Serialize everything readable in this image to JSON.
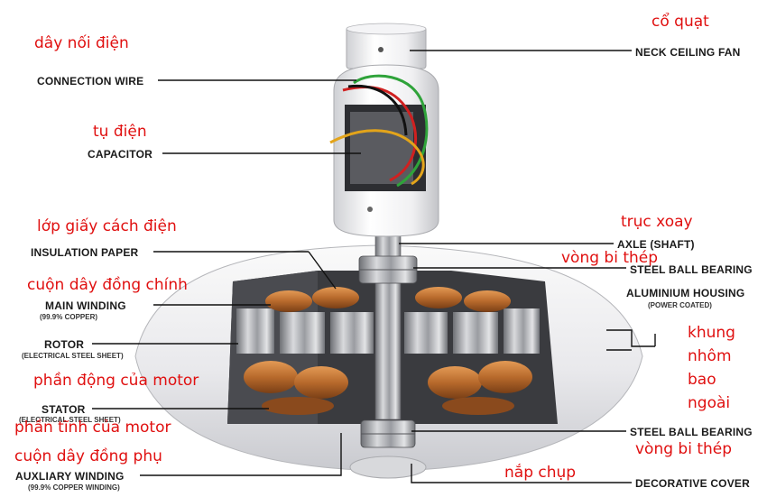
{
  "colors": {
    "leader": "#111111",
    "vietnamese": "#e01010",
    "english": "#1a1a1a"
  },
  "labels": {
    "neck": {
      "en": "NECK CEILING FAN",
      "vn": "cổ quạt"
    },
    "connection": {
      "en": "CONNECTION WIRE",
      "vn": "dây nối điện"
    },
    "capacitor": {
      "en": "CAPACITOR",
      "vn": "tụ điện"
    },
    "insulation": {
      "en": "INSULATION PAPER",
      "vn": "lớp giấy cách điện"
    },
    "axle": {
      "en": "AXLE (SHAFT)",
      "vn": "trục xoay"
    },
    "bearing_top": {
      "en": "STEEL BALL BEARING",
      "vn": "vòng bi thép"
    },
    "housing": {
      "en": "ALUMINIUM HOUSING",
      "sub": "(POWER COATED)",
      "vn": "khung\nnhôm\nbao\nngoài"
    },
    "main_winding": {
      "en": "MAIN WINDING",
      "sub": "(99.9% COPPER)",
      "vn": "cuộn dây đồng chính"
    },
    "rotor": {
      "en": "ROTOR",
      "sub": "(ELECTRICAL STEEL SHEET)",
      "vn": "phần động của motor"
    },
    "stator": {
      "en": "STATOR",
      "sub": "(ELECTRICAL STEEL SHEET)",
      "vn": "phần tĩnh của motor"
    },
    "bearing_bot": {
      "en": "STEEL BALL BEARING",
      "vn": "vòng bi thép"
    },
    "aux_winding": {
      "en": "AUXLIARY WINDING",
      "sub": "(99.9% COPPER WINDING)",
      "vn": "cuộn dây đồng phụ"
    },
    "cover": {
      "en": "DECORATIVE COVER",
      "vn": "nắp chụp"
    }
  }
}
